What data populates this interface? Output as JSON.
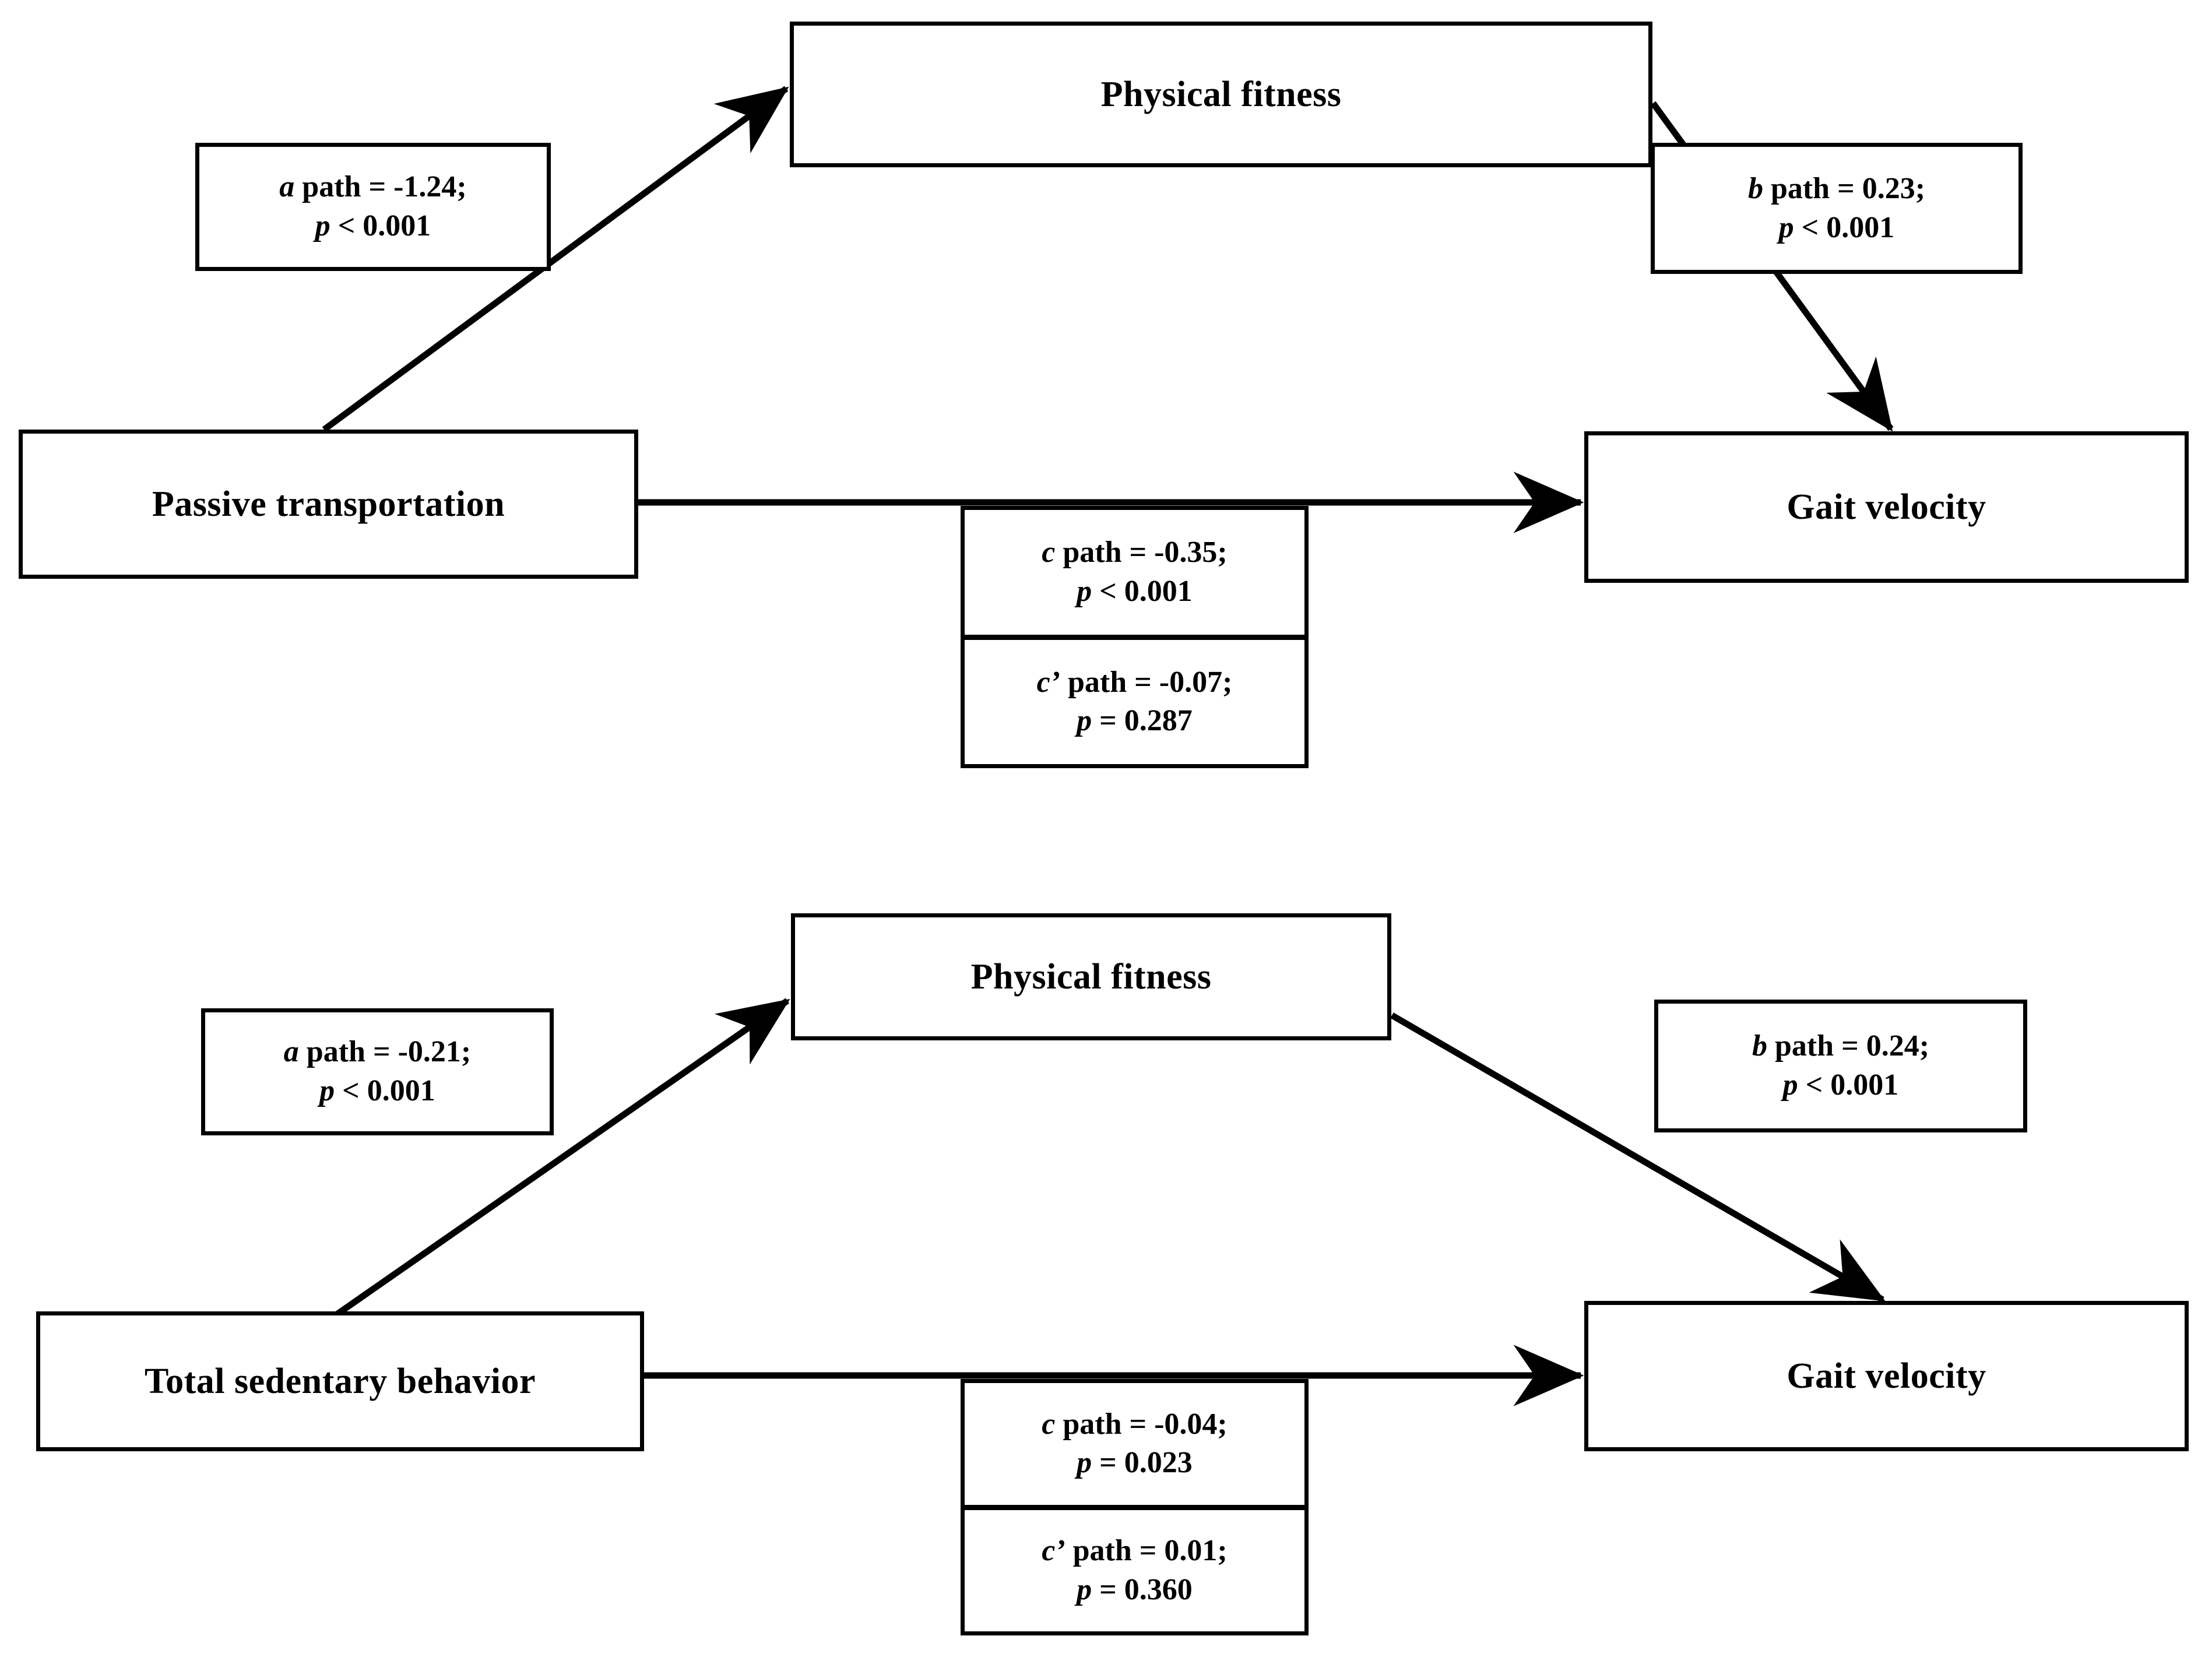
{
  "figure": {
    "type": "mediation-path-diagram",
    "panel_count": 2,
    "accent_color": "#000000",
    "background_color": "#ffffff"
  },
  "panels": [
    {
      "id": "panel-top",
      "predictor": "Passive transportation",
      "mediator": "Physical fitness",
      "outcome": "Gait velocity",
      "a_path": {
        "coefficient_line": "path = -1.24;",
        "symbol": "a",
        "p_line": "< 0.001",
        "p_symbol": "p",
        "value": -1.24,
        "p_text": "p < 0.001"
      },
      "b_path": {
        "coefficient_line": "path = 0.23;",
        "symbol": "b",
        "p_line": "< 0.001",
        "p_symbol": "p",
        "value": 0.23,
        "p_text": "p < 0.001"
      },
      "c_path": {
        "coefficient_line": "path = -0.35;",
        "symbol": "c",
        "p_line": "< 0.001",
        "p_symbol": "p",
        "value": -0.35,
        "p_text": "p < 0.001"
      },
      "c_prime_path": {
        "coefficient_line": "path = -0.07;",
        "symbol": "c’",
        "p_line": "= 0.287",
        "p_symbol": "p",
        "value": -0.07,
        "p_text": "p = 0.287"
      }
    },
    {
      "id": "panel-bottom",
      "predictor": "Total sedentary behavior",
      "mediator": "Physical fitness",
      "outcome": "Gait velocity",
      "a_path": {
        "coefficient_line": "path = -0.21;",
        "symbol": "a",
        "p_line": "< 0.001",
        "p_symbol": "p",
        "value": -0.21,
        "p_text": "p < 0.001"
      },
      "b_path": {
        "coefficient_line": "path = 0.24;",
        "symbol": "b",
        "p_line": "< 0.001",
        "p_symbol": "p",
        "value": 0.24,
        "p_text": "p < 0.001"
      },
      "c_path": {
        "coefficient_line": "path = -0.04;",
        "symbol": "c",
        "p_line": "= 0.023",
        "p_symbol": "p",
        "value": -0.04,
        "p_text": "p = 0.023"
      },
      "c_prime_path": {
        "coefficient_line": "path = 0.01;",
        "symbol": "c’",
        "p_line": "= 0.360",
        "p_symbol": "p",
        "value": 0.01,
        "p_text": "p = 0.360"
      }
    }
  ]
}
